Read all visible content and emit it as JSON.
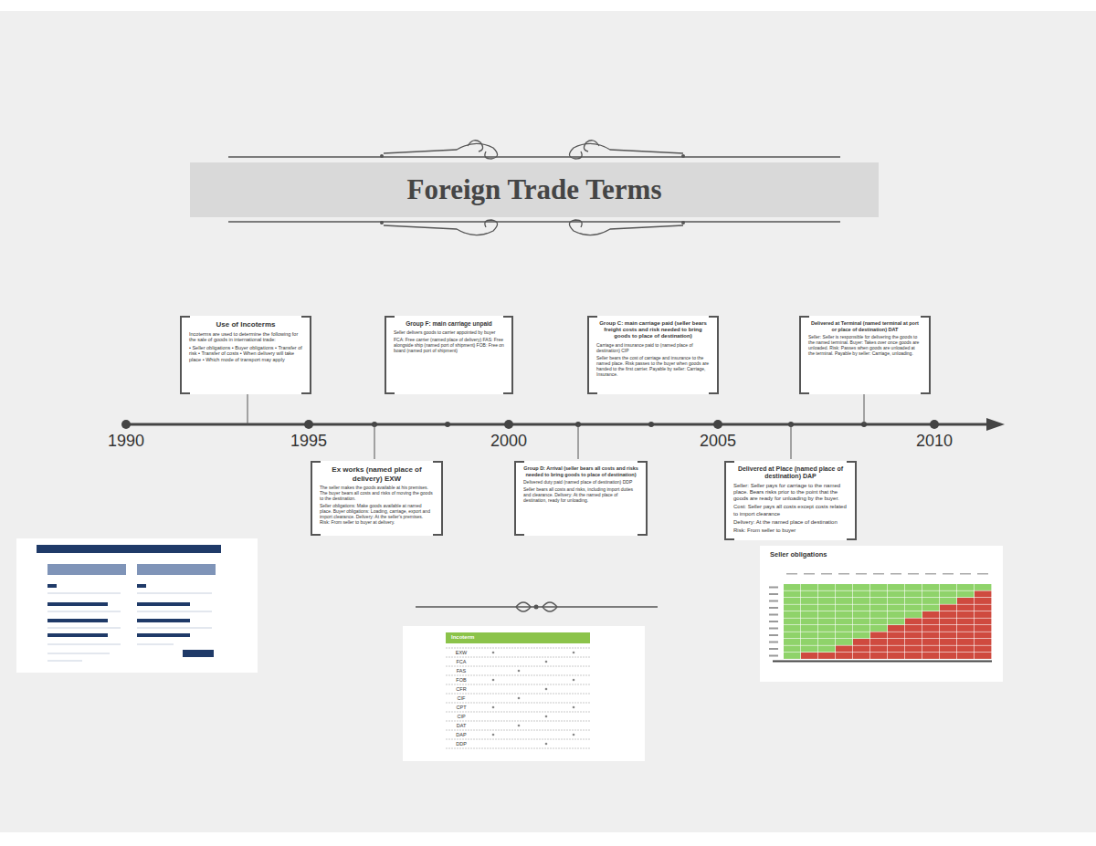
{
  "diagram": {
    "title": "Foreign Trade Terms",
    "nodes": [
      {
        "text": [
          "Use of Incoterms",
          "Incoterms are used to determine the following for the sale of goods in international trade:",
          "• Seller obligations • Buyer obligations • Transfer of risk • Transfer of costs • When delivery will take place • Which mode of transport may apply"
        ]
      },
      {
        "text": [
          "Group F: main carriage unpaid",
          "Seller delivers goods to carrier appointed by buyer",
          "FCA: Free carrier (named place of delivery) FAS: Free alongside ship (named port of shipment) FOB: Free on board (named port of shipment)"
        ]
      },
      {
        "text": [
          "Group C: main carriage paid (seller bears freight costs and risk needed to bring goods to place of destination)",
          "Carriage and insurance paid to (named place of destination) CIP",
          "Seller bears the cost of carriage and insurance to the named place. Risk passes to the buyer when goods are handed to the first carrier. Payable by seller: Carriage, Insurance."
        ]
      },
      {
        "text": [
          "Delivered at Terminal (named terminal at port or place of destination) DAT",
          "Seller: Seller is responsible for delivering the goods to the named terminal. Buyer: Takes over once goods are unloaded. Risk: Passes when goods are unloaded at the terminal. Payable by seller: Carriage, unloading."
        ]
      },
      {
        "text": [
          "Ex works (named place of delivery) EXW",
          "The seller makes the goods available at his premises. The buyer bears all costs and risks of moving the goods to the destination.",
          "Seller obligations: Make goods available at named place. Buyer obligations: Loading, carriage, export and import clearance. Delivery: At the seller's premises. Risk: From seller to buyer at delivery."
        ]
      },
      {
        "text": [
          "Group D: Arrival (seller bears all costs and risks needed to bring goods to place of destination)",
          "Delivered duty paid (named place of destination) DDP",
          "Seller bears all costs and risks, including import duties and clearance. Delivery: At the named place of destination, ready for unloading."
        ]
      },
      {
        "text": [
          "Delivered at Place (named place of destination) DAP",
          "Seller: Seller pays for carriage to the named place. Bears risks prior to the point that the goods are ready for unloading by the buyer.",
          "Cost: Seller pays all costs except costs related to import clearance",
          "Delivery: At the named place of destination",
          "Risk: From seller to buyer"
        ]
      }
    ],
    "labels": [
      "1990",
      "1995",
      "2000",
      "2005",
      "2010",
      "Incoterm",
      "EXW",
      "FCA",
      "FAS",
      "FOB",
      "CFR",
      "CIF",
      "CPT",
      "CIP",
      "DAT",
      "DAP",
      "DDP",
      "Seller obligations"
    ]
  }
}
